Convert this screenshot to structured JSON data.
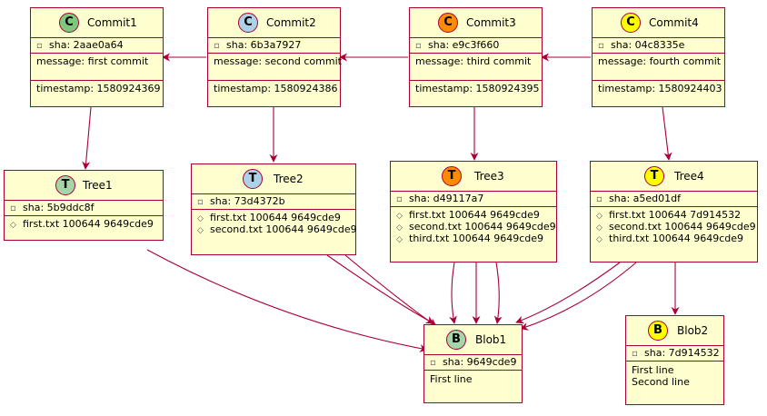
{
  "colors": {
    "box_fill": "#fefece",
    "border": "#a80036",
    "edge": "#a80036",
    "commit_c1": "#7ec87e",
    "commit_c2": "#add1e6",
    "commit_c3": "#ff8c00",
    "commit_c4": "#ffff00",
    "tree_t1": "#a5d6a7",
    "tree_t2": "#add1e6",
    "tree_t3": "#ff8c00",
    "tree_t4": "#ffff00",
    "blob_b1": "#a5d6a7",
    "blob_b2": "#ffff00"
  },
  "nodes": {
    "commit1": {
      "letter": "C",
      "name": "Commit1",
      "sha": "sha: 2aae0a64",
      "message": "message: first commit",
      "timestamp": "timestamp: 1580924369"
    },
    "commit2": {
      "letter": "C",
      "name": "Commit2",
      "sha": "sha: 6b3a7927",
      "message": "message: second commit",
      "timestamp": "timestamp: 1580924386"
    },
    "commit3": {
      "letter": "C",
      "name": "Commit3",
      "sha": "sha: e9c3f660",
      "message": "message: third commit",
      "timestamp": "timestamp: 1580924395"
    },
    "commit4": {
      "letter": "C",
      "name": "Commit4",
      "sha": "sha: 04c8335e",
      "message": "message: fourth commit",
      "timestamp": "timestamp: 1580924403"
    },
    "tree1": {
      "letter": "T",
      "name": "Tree1",
      "sha": "sha: 5b9ddc8f",
      "entries": [
        "first.txt 100644 9649cde9"
      ]
    },
    "tree2": {
      "letter": "T",
      "name": "Tree2",
      "sha": "sha: 73d4372b",
      "entries": [
        "first.txt 100644 9649cde9",
        "second.txt 100644 9649cde9"
      ]
    },
    "tree3": {
      "letter": "T",
      "name": "Tree3",
      "sha": "sha: d49117a7",
      "entries": [
        "first.txt 100644 9649cde9",
        "second.txt 100644 9649cde9",
        "third.txt 100644 9649cde9"
      ]
    },
    "tree4": {
      "letter": "T",
      "name": "Tree4",
      "sha": "sha: a5ed01df",
      "entries": [
        "first.txt 100644 7d914532",
        "second.txt 100644 9649cde9",
        "third.txt 100644 9649cde9"
      ]
    },
    "blob1": {
      "letter": "B",
      "name": "Blob1",
      "sha": "sha: 9649cde9",
      "content": [
        "First line"
      ]
    },
    "blob2": {
      "letter": "B",
      "name": "Blob2",
      "sha": "sha: 7d914532",
      "content": [
        "First line",
        "Second line"
      ]
    }
  }
}
